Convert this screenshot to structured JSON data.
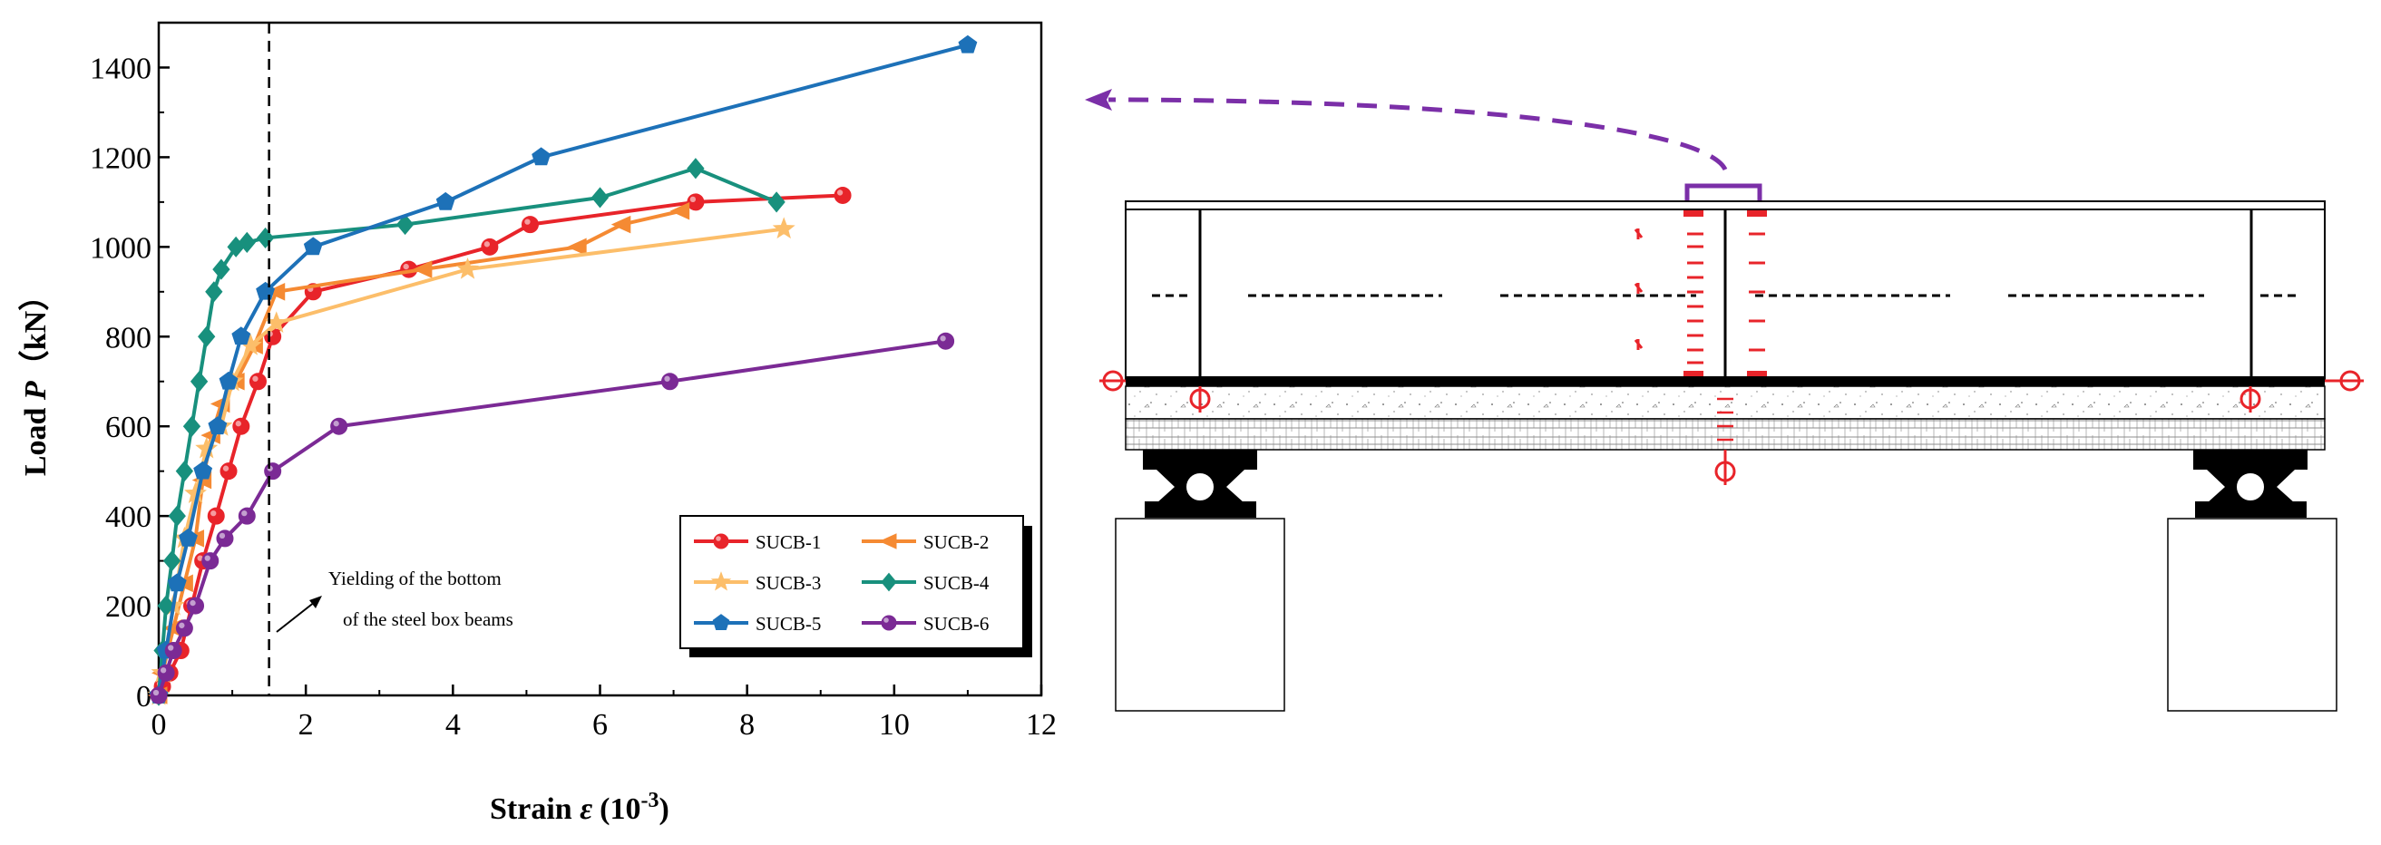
{
  "chart_data": {
    "type": "line",
    "xlabel_prefix": "Strain ",
    "xlabel_symbol": "ε",
    "xlabel_unit": "(10",
    "xlabel_exp": "-3",
    "xlabel_close": ")",
    "ylabel_prefix": "Load ",
    "ylabel_symbol": "P",
    "ylabel_unit": "（kN）",
    "xlim": [
      0,
      12
    ],
    "ylim": [
      0,
      1500
    ],
    "xticks": [
      0,
      2,
      4,
      6,
      8,
      10,
      12
    ],
    "yticks": [
      0,
      200,
      400,
      600,
      800,
      1000,
      1200,
      1400
    ],
    "grid": false,
    "legend_position": "bottom-right",
    "annotation": {
      "line1": "Yielding of the bottom",
      "line2": "of the steel box beams",
      "x_value": 1.5
    },
    "series": [
      {
        "name": "SUCB-1",
        "color": "#e8242a",
        "marker": "circle",
        "x": [
          0,
          0.05,
          0.15,
          0.3,
          0.45,
          0.6,
          0.78,
          0.95,
          1.12,
          1.35,
          1.55,
          2.1,
          3.4,
          4.5,
          5.05,
          7.3,
          9.3
        ],
        "y": [
          0,
          20,
          50,
          100,
          200,
          300,
          400,
          500,
          600,
          700,
          800,
          900,
          950,
          1000,
          1050,
          1100,
          1115
        ]
      },
      {
        "name": "SUCB-2",
        "color": "#f58a33",
        "marker": "triangle-left",
        "x": [
          0,
          0.05,
          0.2,
          0.35,
          0.5,
          0.6,
          0.72,
          0.85,
          1.05,
          1.3,
          1.6,
          3.6,
          5.7,
          6.3,
          7.1
        ],
        "y": [
          0,
          50,
          150,
          250,
          350,
          480,
          580,
          650,
          700,
          780,
          900,
          950,
          1000,
          1050,
          1080
        ]
      },
      {
        "name": "SUCB-3",
        "color": "#fcbe6a",
        "marker": "star",
        "x": [
          0,
          0.05,
          0.2,
          0.35,
          0.5,
          0.65,
          0.85,
          1.0,
          1.25,
          1.6,
          4.2,
          8.5
        ],
        "y": [
          0,
          50,
          200,
          350,
          450,
          550,
          600,
          700,
          780,
          830,
          950,
          1040
        ]
      },
      {
        "name": "SUCB-4",
        "color": "#18907d",
        "marker": "diamond",
        "x": [
          0,
          0.05,
          0.1,
          0.18,
          0.25,
          0.35,
          0.45,
          0.55,
          0.65,
          0.75,
          0.85,
          1.05,
          1.2,
          1.45,
          3.35,
          6.0,
          7.3,
          8.4
        ],
        "y": [
          0,
          100,
          200,
          300,
          400,
          500,
          600,
          700,
          800,
          900,
          950,
          1000,
          1010,
          1020,
          1050,
          1110,
          1175,
          1100
        ]
      },
      {
        "name": "SUCB-5",
        "color": "#1d71b8",
        "marker": "pentagon",
        "x": [
          0,
          0.1,
          0.25,
          0.4,
          0.6,
          0.8,
          0.95,
          1.12,
          1.45,
          2.1,
          3.9,
          5.2,
          11.0
        ],
        "y": [
          0,
          100,
          250,
          350,
          500,
          600,
          700,
          800,
          900,
          1000,
          1100,
          1200,
          1450
        ]
      },
      {
        "name": "SUCB-6",
        "color": "#7b2a95",
        "marker": "circle",
        "x": [
          0,
          0.1,
          0.2,
          0.35,
          0.5,
          0.7,
          0.9,
          1.2,
          1.55,
          2.45,
          6.95,
          10.7
        ],
        "y": [
          0,
          50,
          100,
          150,
          200,
          300,
          350,
          400,
          500,
          600,
          700,
          790
        ]
      }
    ]
  },
  "colors": {
    "red": "#e8242a",
    "purple": "#7b2fa8",
    "black": "#000000"
  },
  "diagram": {
    "description_icons": [
      "strain-gauge-icon",
      "displacement-meter-icon",
      "roller-support-icon",
      "pedestal-block"
    ]
  }
}
